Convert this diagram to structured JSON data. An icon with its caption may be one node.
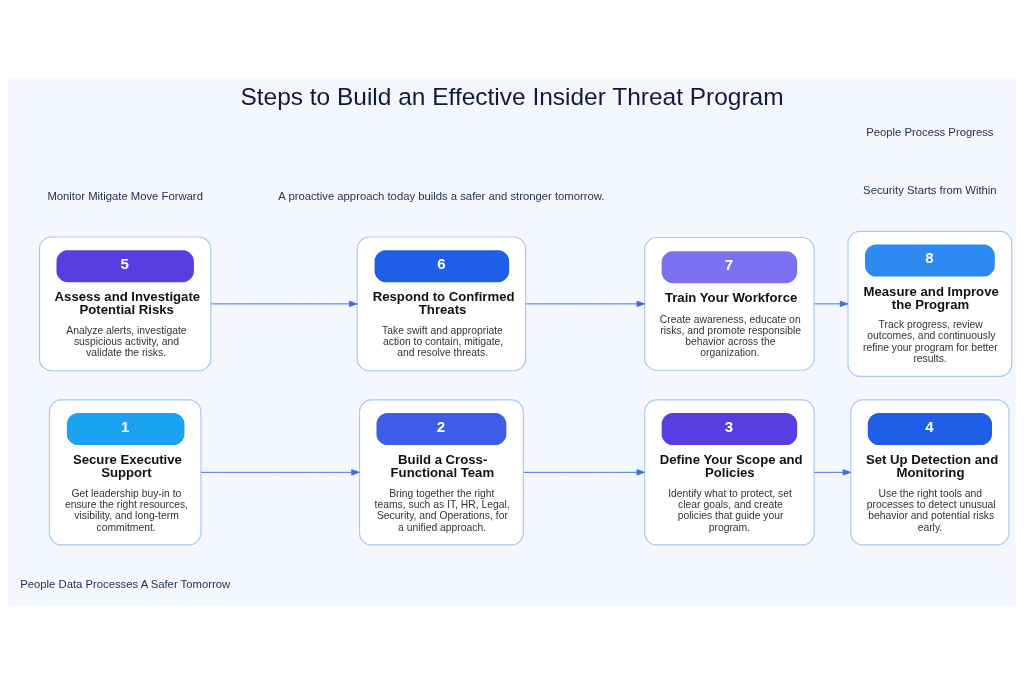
{
  "diagram": {
    "title": "Steps to Build an Effective Insider Threat Program",
    "nodes": [
      {
        "text": [
          "1",
          "Secure Executive Support",
          "Get leadership buy-in to ensure the right resources, visibility, and long-term commitment."
        ]
      },
      {
        "text": [
          "2",
          "Build a Cross-Functional Team",
          "Bring together the right teams, such as IT, HR, Legal, Security, and Operations, for a unified approach."
        ]
      },
      {
        "text": [
          "3",
          "Define Your Scope and Policies",
          "Identify what to protect, set clear goals, and create policies that guide your program."
        ]
      },
      {
        "text": [
          "4",
          "Set Up Detection and Monitoring",
          "Use the right tools and processes to detect unusual behavior and potential risks early."
        ]
      },
      {
        "text": [
          "5",
          "Assess and Investigate Potential Risks",
          "Analyze alerts, investigate suspicious activity, and validate the risks."
        ]
      },
      {
        "text": [
          "6",
          "Respond to Confirmed Threats",
          "Take swift and appropriate action to contain, mitigate, and resolve threats."
        ]
      },
      {
        "text": [
          "7",
          "Train Your Workforce",
          "Create awareness, educate on risks, and promote responsible behavior across the organization."
        ]
      },
      {
        "text": [
          "8",
          "Measure and Improve the Program",
          "Track progress, review outcomes, and continuously refine your program for better results."
        ]
      }
    ],
    "edges": [
      {
        "from": 0,
        "to": 1,
        "arrow": "to"
      },
      {
        "from": 1,
        "to": 2,
        "arrow": "to"
      },
      {
        "from": 2,
        "to": 3,
        "arrow": "to"
      },
      {
        "from": 4,
        "to": 5,
        "arrow": "to"
      },
      {
        "from": 5,
        "to": 6,
        "arrow": "to"
      },
      {
        "from": 6,
        "to": 7,
        "arrow": "to"
      }
    ],
    "labels": [
      "People Data Processes A Safer Tomorrow",
      "A proactive approach today builds a safer and stronger tomorrow.",
      "Security Starts from Within",
      "Monitor Mitigate Move Forward",
      "People Process Progress"
    ]
  }
}
